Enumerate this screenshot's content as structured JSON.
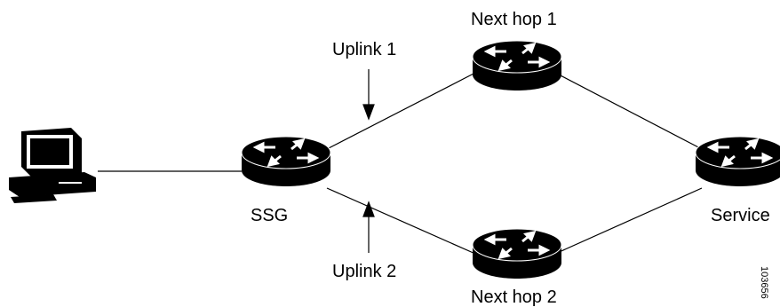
{
  "labels": {
    "next_hop_1": "Next hop 1",
    "next_hop_2": "Next hop 2",
    "ssg": "SSG",
    "service": "Service",
    "uplink_1": "Uplink 1",
    "uplink_2": "Uplink 2",
    "figure_id": "103656"
  },
  "icons": {
    "client": "workstation-icon",
    "router": "router-icon"
  },
  "colors": {
    "line": "#000000",
    "background": "#ffffff"
  }
}
